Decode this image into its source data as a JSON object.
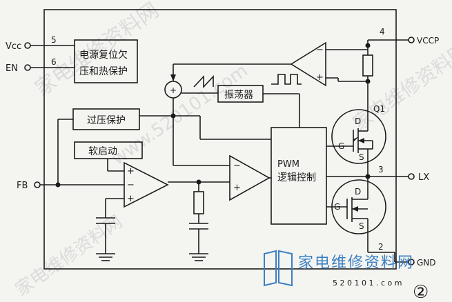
{
  "pins": {
    "vcc": "Vcc",
    "en": "EN",
    "fb": "FB",
    "vccp": "VCCP",
    "lx": "LX",
    "gnd": "GND",
    "n5": "5",
    "n6": "6",
    "n4": "4",
    "n3": "3",
    "n2": "2"
  },
  "blocks": {
    "power_reset": [
      "电源复位欠",
      "压和热保护"
    ],
    "ovp": "过压保护",
    "soft_start": "软启动",
    "oscillator": "振荡器",
    "pwm": [
      "PWM",
      "逻辑控制"
    ]
  },
  "signs": {
    "plus": "+",
    "minus": "−",
    "sum": "+"
  },
  "fet": {
    "q1": "Q1",
    "d": "D",
    "g": "G",
    "s": "S"
  },
  "watermark": {
    "site": "家电维修资料网",
    "url": "www.520101.com",
    "logo_site": "家电维修资料网",
    "logo_url": "5 2 0 1 0 1 . c o m"
  },
  "figure_number": "②",
  "colors": {
    "line": "#1a1a1a",
    "logo": "#3a7fc4",
    "background": "#f4f4f1"
  }
}
